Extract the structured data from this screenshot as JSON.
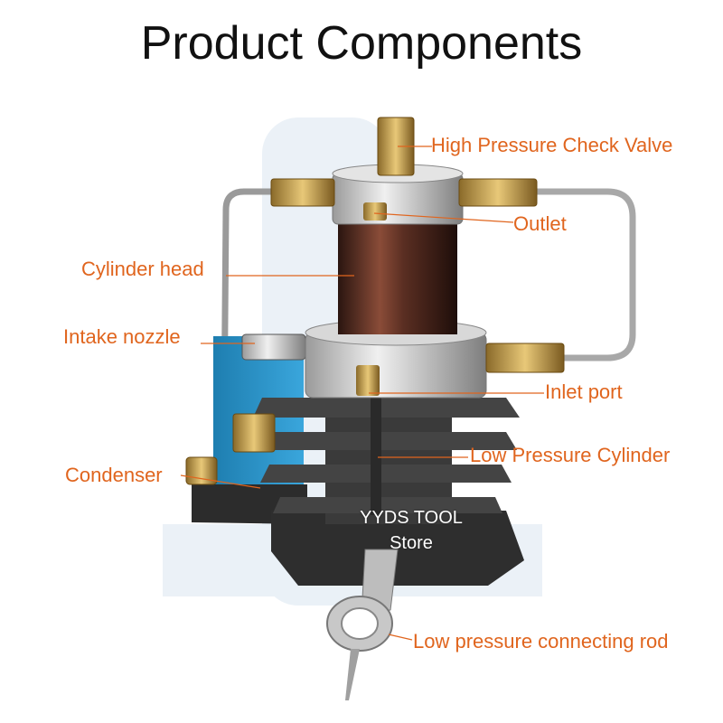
{
  "title": "Product Components",
  "labels": {
    "check_valve": "High Pressure Check Valve",
    "outlet": "Outlet",
    "cylinder_head": "Cylinder head",
    "intake_nozzle": "Intake nozzle",
    "inlet_port": "Inlet port",
    "low_pressure_cylinder": "Low Pressure Cylinder",
    "condenser": "Condenser",
    "connecting_rod": "Low pressure connecting rod"
  },
  "watermark": {
    "line1": "YYDS TOOL",
    "line2": "Store"
  },
  "colors": {
    "label": "#e0651e",
    "leader": "#e0651e",
    "title": "#111111"
  }
}
